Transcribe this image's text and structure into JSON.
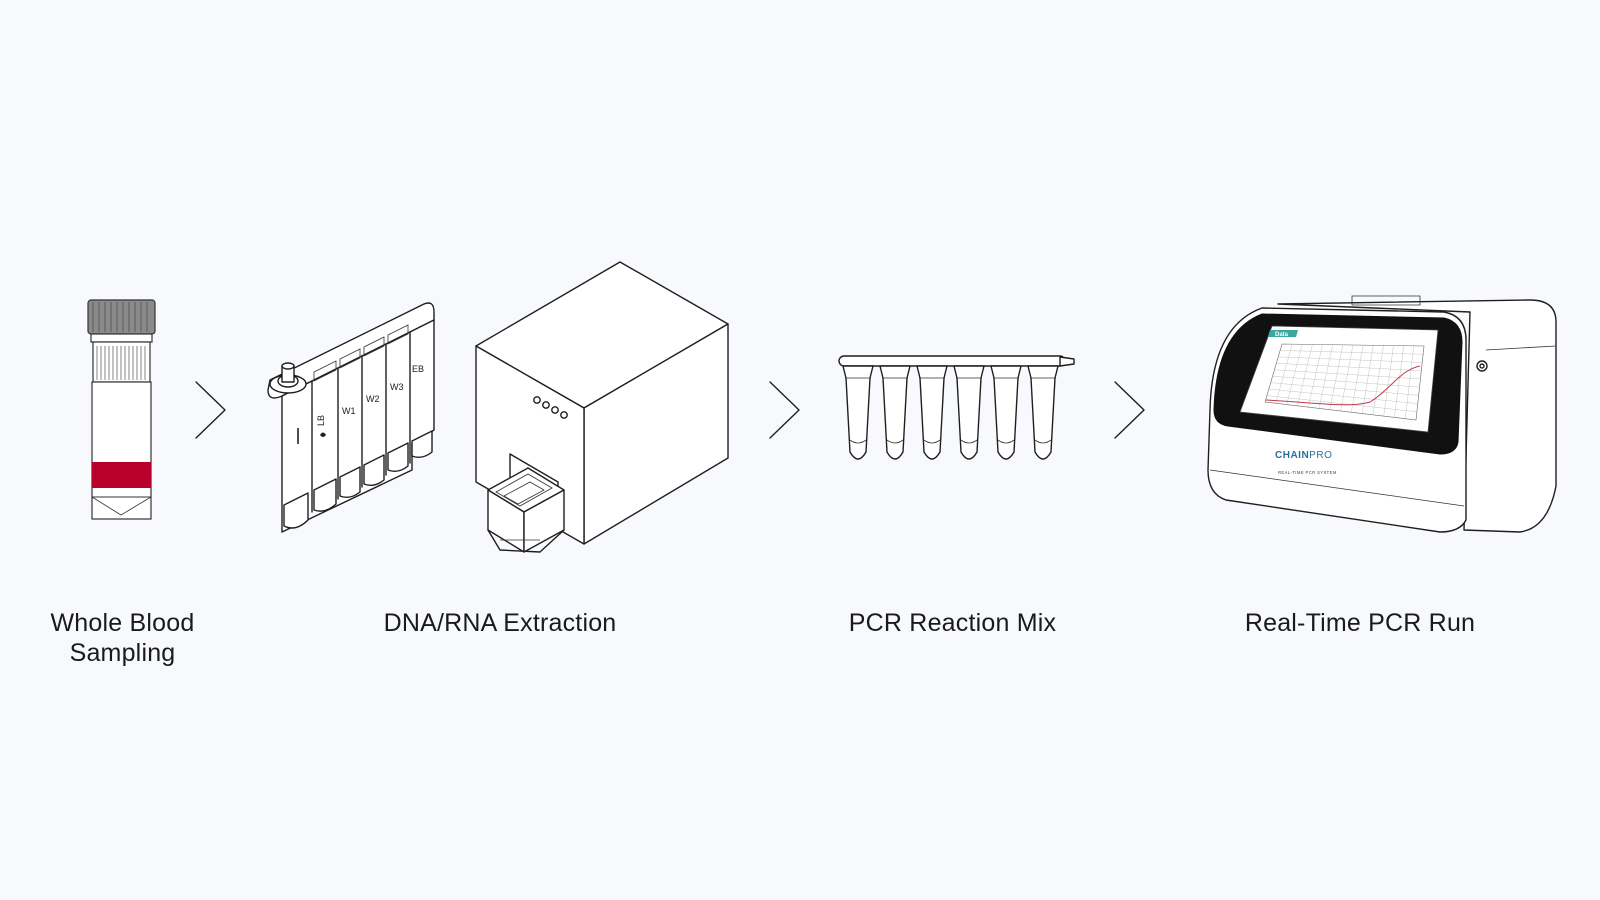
{
  "steps": [
    {
      "label_lines": [
        "Whole Blood",
        "Sampling"
      ]
    },
    {
      "label_lines": [
        "DNA/RNA Extraction"
      ]
    },
    {
      "label_lines": [
        "PCR Reaction Mix"
      ]
    },
    {
      "label_lines": [
        "Real-Time PCR Run"
      ]
    }
  ],
  "cartridge": {
    "wells": [
      "LB",
      "W1",
      "W2",
      "W3",
      "EB"
    ]
  },
  "pcr_instrument": {
    "brand_prefix": "CHAIN",
    "brand_suffix": "PRO",
    "subtitle": "REAL-TIME PCR SYSTEM",
    "screen_tab": "Data"
  },
  "colors": {
    "background": "#f7f9fd",
    "blood": "#b8002a",
    "brand": "#2a6f98",
    "screen_tab": "#3aa7a0",
    "curve": "#c0394f"
  },
  "arrow_icon": "chevron-right-icon"
}
